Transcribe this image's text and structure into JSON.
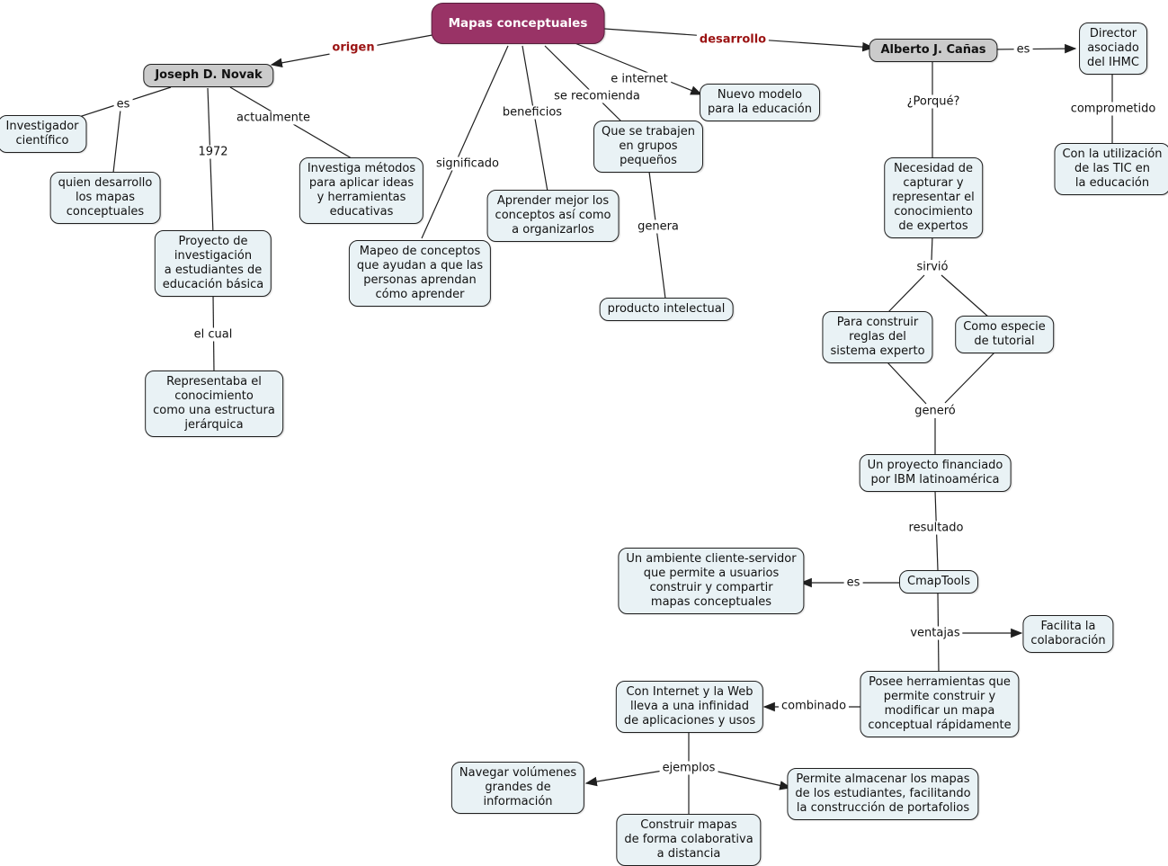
{
  "diagram_title": "Mapas conceptuales",
  "colors": {
    "root_fill": "#993366",
    "root_text": "#ffffff",
    "person_fill": "#cbcbcb",
    "concept_fill": "#e9f2f5",
    "node_border": "#1f1f1f",
    "line": "#1f1f1f",
    "accent_link_label": "#9b1313",
    "background": "#ffffff"
  },
  "nodes": {
    "mapas": "Mapas conceptuales",
    "joseph": "Joseph D. Novak",
    "investigador": "Investigador\ncientífico",
    "quien": "quien desarrollo\nlos mapas\nconceptuales",
    "proyecto": "Proyecto de\ninvestigación\na estudiantes de\neducación básica",
    "representaba": "Representaba el\nconocimiento\ncomo una estructura\njerárquica",
    "investiga": "Investiga métodos\npara aplicar ideas\ny herramientas\neducativas",
    "mapeo": "Mapeo de conceptos\nque ayudan a que las\npersonas aprendan\ncómo aprender",
    "aprender": "Aprender mejor los\nconceptos así como\na organizarlos",
    "grupos": "Que se trabajen\nen grupos\npequeños",
    "producto": "producto intelectual",
    "nuevo": "Nuevo modelo\npara la educación",
    "alberto": "Alberto J. Cañas",
    "director": "Director\nasociado\ndel IHMC",
    "tic": "Con la utilización\nde las TIC en\nla educación",
    "necesidad": "Necesidad de\ncapturar y\nrepresentar el\nconocimiento\nde expertos",
    "reglas": "Para construir\nreglas del\nsistema experto",
    "tutorial": "Como especie\nde tutorial",
    "ibm": "Un proyecto financiado\npor IBM latinoamérica",
    "ambiente": "Un ambiente cliente-servidor\nque permite a usuarios\nconstruir y compartir\nmapas conceptuales",
    "cmaptools": "CmapTools",
    "facilita": "Facilita la\ncolaboración",
    "posee": "Posee herramientas que\npermite construir y\nmodificar un mapa\nconceptual rápidamente",
    "internet": "Con Internet y la Web\nlleva a una infinidad\nde aplicaciones y usos",
    "navegar": "Navegar volúmenes\ngrandes de\ninformación",
    "construir": "Construir mapas\nde forma colaborativa\na distancia",
    "permite": "Permite almacenar los mapas\nde los estudiantes, facilitando\nla construcción de portafolios"
  },
  "links": {
    "origen": "origen",
    "desarrollo": "desarrollo",
    "es_novak": "es",
    "actualmente": "actualmente",
    "anio": "1972",
    "el_cual": "el cual",
    "significado": "significado",
    "beneficios": "beneficios",
    "se_recomienda": "se recomienda",
    "e_internet": "e internet",
    "genera": "genera",
    "porque": "¿Porqué?",
    "es_canas": "es",
    "comprometido": "comprometido",
    "sirvio": "sirvió",
    "genero": "generó",
    "resultado": "resultado",
    "es_cmaptools": "es",
    "ventajas": "ventajas",
    "combinado": "combinado",
    "ejemplos": "ejemplos"
  }
}
